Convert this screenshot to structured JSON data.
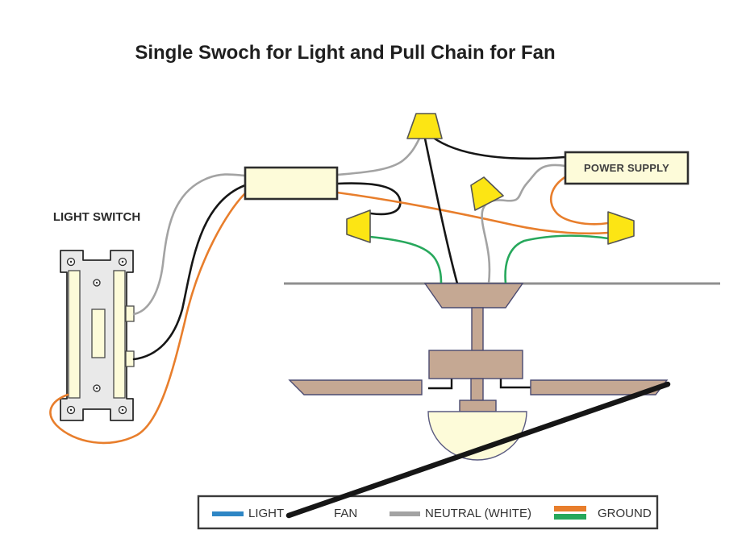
{
  "title": "Single Swoch for Light and Pull Chain for Fan",
  "labels": {
    "light_switch": "LIGHT SWITCH",
    "power_supply": "POWER SUPPLY"
  },
  "legend": {
    "items": [
      {
        "label": "LIGHT",
        "swatch": "line",
        "color": "#2E86C5"
      },
      {
        "label": "FAN",
        "swatch": "pull-chain",
        "color": "#0D0D0D"
      },
      {
        "label": "NEUTRAL (WHITE)",
        "swatch": "line",
        "color": "#A3A3A3"
      },
      {
        "label": "GROUND",
        "swatch": "double-line",
        "color": "#E87E2C",
        "color2": "#27A85C"
      }
    ]
  },
  "colors": {
    "wire_blue": "#2E86C5",
    "wire_black": "#161616",
    "wire_gray": "#A3A3A3",
    "wire_orange": "#E87E2C",
    "wire_green": "#27A85C",
    "box_fill": "#FDFBD9",
    "nut_yellow": "#FCE514",
    "fan_tan": "#C5A893",
    "switch_gray": "#E9E9E9",
    "ceiling_gray": "#8F8F8F"
  },
  "components": {
    "switch": "single-pole light switch",
    "junction_box": "junction box",
    "power_supply": "power supply",
    "wire_nuts": 4,
    "fan": "ceiling fan with pull chain and light kit"
  }
}
